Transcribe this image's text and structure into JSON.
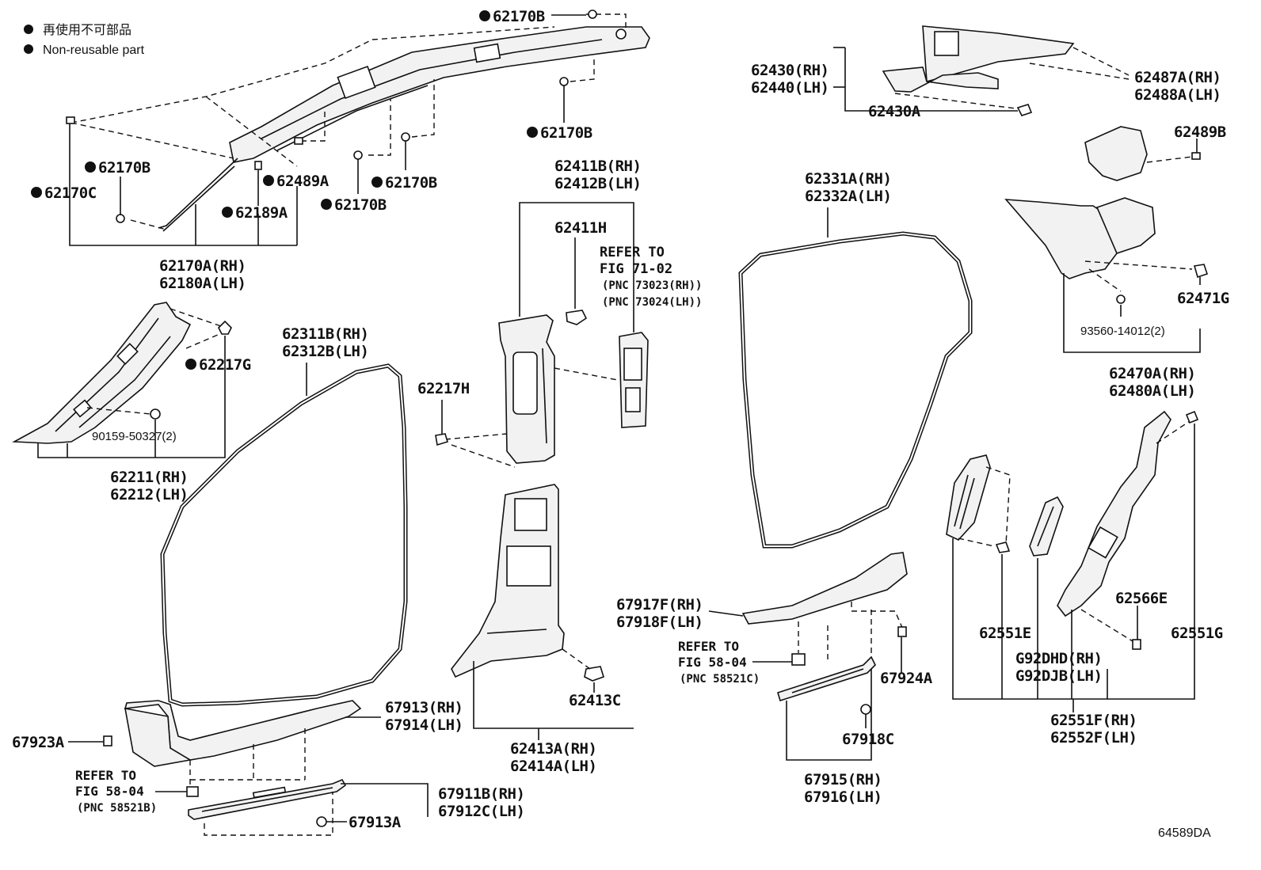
{
  "legend": {
    "jp": "再使用不可部品",
    "en": "Non-reusable part"
  },
  "figure_code": "64589DA",
  "labels": {
    "l_62170B_top": "62170B",
    "l_62170B_mid": "62170B",
    "l_62170B_left": "62170B",
    "l_62170C": "62170C",
    "l_62489A": "62489A",
    "l_62170B_c1": "62170B",
    "l_62189A": "62189A",
    "l_62170B_c2": "62170B",
    "l_62170A": "62170A(RH)",
    "l_62180A": "62180A(LH)",
    "l_62217G": "62217G",
    "l_90159": "90159-50327(2)",
    "l_62211": "62211(RH)",
    "l_62212": "62212(LH)",
    "l_62311B": "62311B(RH)",
    "l_62312B": "62312B(LH)",
    "l_62411B": "62411B(RH)",
    "l_62412B": "62412B(LH)",
    "l_62411H": "62411H",
    "l_refer71_a": "REFER TO",
    "l_refer71_b": "FIG 71-02",
    "l_pnc73023": "(PNC 73023(RH))",
    "l_pnc73024": "(PNC 73024(LH))",
    "l_62217H": "62217H",
    "l_62413C": "62413C",
    "l_62413A": "62413A(RH)",
    "l_62414A": "62414A(LH)",
    "l_67923A": "67923A",
    "l_67913": "67913(RH)",
    "l_67914": "67914(LH)",
    "l_refer58a_a": "REFER TO",
    "l_refer58a_b": "FIG 58-04",
    "l_pnc58521B": "(PNC 58521B)",
    "l_67911B": "67911B(RH)",
    "l_67912C": "67912C(LH)",
    "l_67913A": "67913A",
    "l_62430": "62430(RH)",
    "l_62440": "62440(LH)",
    "l_62430A": "62430A",
    "l_62487A": "62487A(RH)",
    "l_62488A": "62488A(LH)",
    "l_62489B": "62489B",
    "l_62331A": "62331A(RH)",
    "l_62332A": "62332A(LH)",
    "l_62471G": "62471G",
    "l_93560": "93560-14012(2)",
    "l_62470A": "62470A(RH)",
    "l_62480A": "62480A(LH)",
    "l_67917F": "67917F(RH)",
    "l_67918F": "67918F(LH)",
    "l_refer58b_a": "REFER TO",
    "l_refer58b_b": "FIG 58-04",
    "l_pnc58521C": "(PNC 58521C)",
    "l_67924A": "67924A",
    "l_67918C": "67918C",
    "l_67915": "67915(RH)",
    "l_67916": "67916(LH)",
    "l_62566E": "62566E",
    "l_62551E": "62551E",
    "l_62551G": "62551G",
    "l_G92DHD": "G92DHD(RH)",
    "l_G92DJB": "G92DJB(LH)",
    "l_62551F": "62551F(RH)",
    "l_62552F": "62552F(LH)"
  }
}
